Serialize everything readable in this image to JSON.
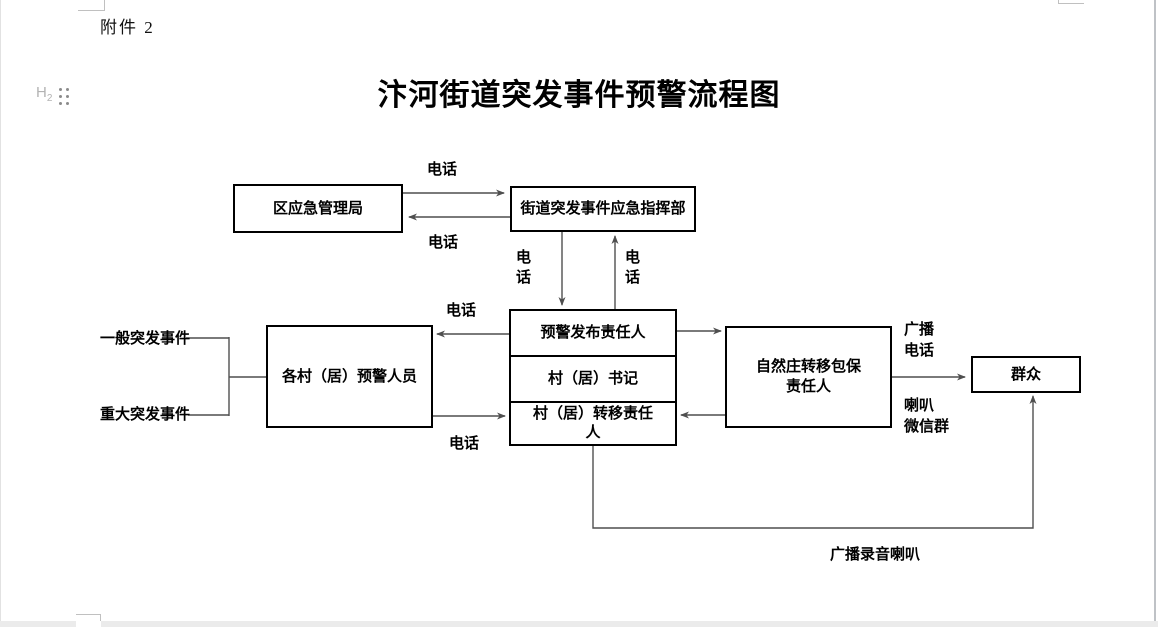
{
  "editor": {
    "heading_marker": "H",
    "heading_level": "2"
  },
  "document": {
    "attachment_label": "附件 2",
    "title": "汴河街道突发事件预警流程图"
  },
  "diagram": {
    "nodes": {
      "district_bureau": "区应急管理局",
      "street_hq": "街道突发事件应急指挥部",
      "warning_publisher": "预警发布责任人",
      "village_secretary": "村（居）书记",
      "village_transfer": "村（居）转移责任\n人",
      "village_staff": "各村（居）预警人员",
      "hamlet_transfer": "自然庄转移包保\n责任人",
      "masses": "群众"
    },
    "event_labels": {
      "general_event": "一般突发事件",
      "major_event": "重大突发事件"
    },
    "edge_labels": {
      "phone_qu_to_hq": "电话",
      "phone_hq_to_qu": "电话",
      "phone_hq_down": "电话",
      "phone_up_to_hq": "电话",
      "phone_to_village_staff": "电话",
      "phone_from_village_staff": "电话",
      "broadcast_phone": "广播\n电话",
      "horn_wechat": "喇叭\n微信群",
      "broadcast_recording": "广播录音喇叭"
    },
    "colors": {
      "line": "#4f4f4f",
      "border": "#000000",
      "chrome": "#c0c0c0"
    }
  }
}
